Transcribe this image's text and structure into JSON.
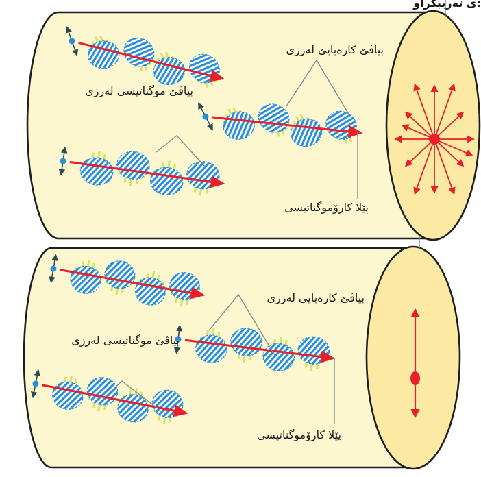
{
  "top_cropped_label": "ی تەریبکراو:",
  "panel_top": {
    "electric_wave": "بیاڤێ کارەبایێ لەرزی",
    "magnetic_wave": "بیاڤێ موگناتیسی لەرزی",
    "em_beam": "پێلا کارۆموگناتیسی"
  },
  "panel_bottom": {
    "electric_wave": "بیاڤێ کارەبایی لەرزی",
    "magnetic_wave": "بیاڤێ موگناتیسی لەرزی",
    "em_beam": "پێلا کارۆموگناتیسی"
  },
  "colors": {
    "tube_fill": "#fdf7cf",
    "face_fill": "#fbe9a4",
    "arrow_red": "#e8202a",
    "wave_blue": "#2a8fd9",
    "field_green": "#d6e46a"
  }
}
